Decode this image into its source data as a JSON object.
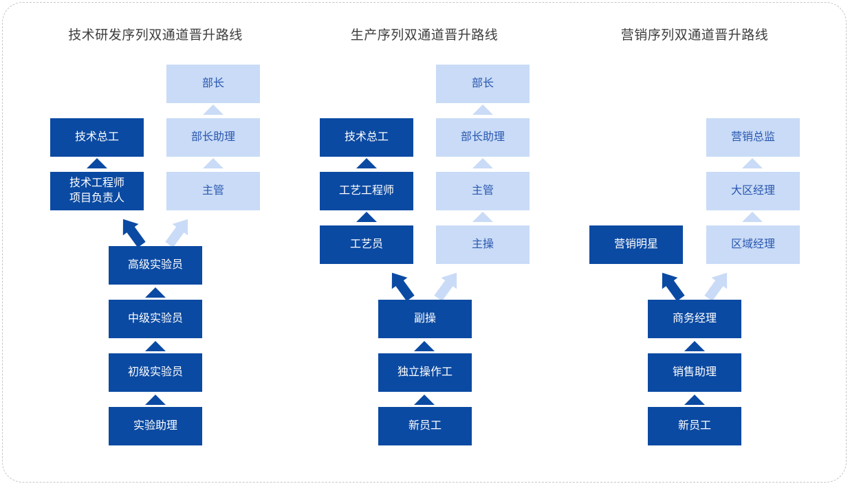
{
  "page": {
    "background": "#ffffff",
    "frame_border_color": "#c6c6c6"
  },
  "colors": {
    "dark_channel": "#0b4aa2",
    "light_channel": "#c9dbf6",
    "light_channel_text": "#2a57b0",
    "dark_channel_text": "#ffffff",
    "title_text": "#3d3d3d"
  },
  "columns": [
    {
      "title": "技术研发序列双通道晋升路线",
      "boxes": [
        {
          "label": "部长",
          "channel": "light"
        },
        {
          "label": "技术总工",
          "channel": "dark"
        },
        {
          "label": "部长助理",
          "channel": "light"
        },
        {
          "label": "技术工程师\n项目负责人",
          "channel": "dark"
        },
        {
          "label": "主管",
          "channel": "light"
        },
        {
          "label": "高级实验员",
          "channel": "dark"
        },
        {
          "label": "中级实验员",
          "channel": "dark"
        },
        {
          "label": "初级实验员",
          "channel": "dark"
        },
        {
          "label": "实验助理",
          "channel": "dark"
        }
      ]
    },
    {
      "title": "生产序列双通道晋升路线",
      "boxes": [
        {
          "label": "部长",
          "channel": "light"
        },
        {
          "label": "技术总工",
          "channel": "dark"
        },
        {
          "label": "部长助理",
          "channel": "light"
        },
        {
          "label": "工艺工程师",
          "channel": "dark"
        },
        {
          "label": "主管",
          "channel": "light"
        },
        {
          "label": "工艺员",
          "channel": "dark"
        },
        {
          "label": "主操",
          "channel": "light"
        },
        {
          "label": "副操",
          "channel": "dark"
        },
        {
          "label": "独立操作工",
          "channel": "dark"
        },
        {
          "label": "新员工",
          "channel": "dark"
        }
      ]
    },
    {
      "title": "营销序列双通道晋升路线",
      "boxes": [
        {
          "label": "营销总监",
          "channel": "light"
        },
        {
          "label": "大区经理",
          "channel": "light"
        },
        {
          "label": "营销明星",
          "channel": "dark"
        },
        {
          "label": "区域经理",
          "channel": "light"
        },
        {
          "label": "商务经理",
          "channel": "dark"
        },
        {
          "label": "销售助理",
          "channel": "dark"
        },
        {
          "label": "新员工",
          "channel": "dark"
        }
      ]
    }
  ]
}
